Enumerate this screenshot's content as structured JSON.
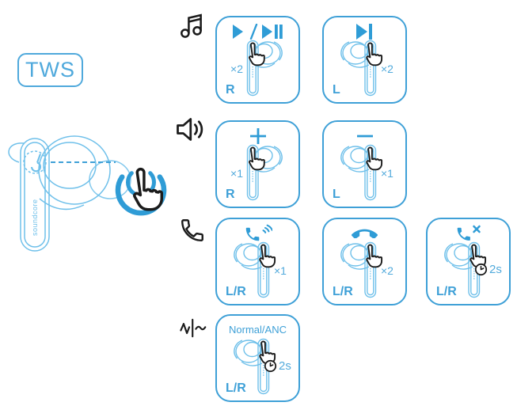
{
  "colors": {
    "accent": "#3EA0D7",
    "earbud_line": "#6FC0EA",
    "ink": "#1B1B1B",
    "gesture_text": "#52AADC"
  },
  "badge": {
    "label": "TWS"
  },
  "device": {
    "brand": "soundcore",
    "illustration": "earbud-with-tap-gesture",
    "tap_icon": "tap-gesture-icon"
  },
  "rows": [
    {
      "name": "music-controls",
      "icon": "music-notes-icon",
      "cards": [
        {
          "action": "play-pause",
          "symbol_icon": "play-and-play-pause-icon",
          "gesture": "×2",
          "side": "R"
        },
        {
          "action": "next-track",
          "symbol_icon": "next-track-icon",
          "gesture": "×2",
          "side": "L"
        }
      ]
    },
    {
      "name": "volume-controls",
      "icon": "speaker-volume-icon",
      "cards": [
        {
          "action": "volume-up",
          "symbol_icon": "plus-icon",
          "gesture": "×1",
          "side": "R"
        },
        {
          "action": "volume-down",
          "symbol_icon": "minus-icon",
          "gesture": "×1",
          "side": "L"
        }
      ]
    },
    {
      "name": "call-controls",
      "icon": "phone-handset-icon",
      "cards": [
        {
          "action": "answer-call",
          "symbol_icon": "incoming-call-icon",
          "gesture": "×1",
          "side": "L/R"
        },
        {
          "action": "end-call",
          "symbol_icon": "end-call-icon",
          "gesture": "×2",
          "side": "L/R"
        },
        {
          "action": "reject-call",
          "symbol_icon": "reject-call-icon",
          "hold_icon": "clock-icon",
          "gesture": "2s",
          "side": "L/R"
        }
      ]
    },
    {
      "name": "mode-controls",
      "icon": "anc-wave-icon",
      "cards": [
        {
          "action": "mode-switch",
          "label": "Normal/ANC",
          "hold_icon": "clock-icon",
          "gesture": "2s",
          "side": "L/R"
        }
      ]
    }
  ]
}
